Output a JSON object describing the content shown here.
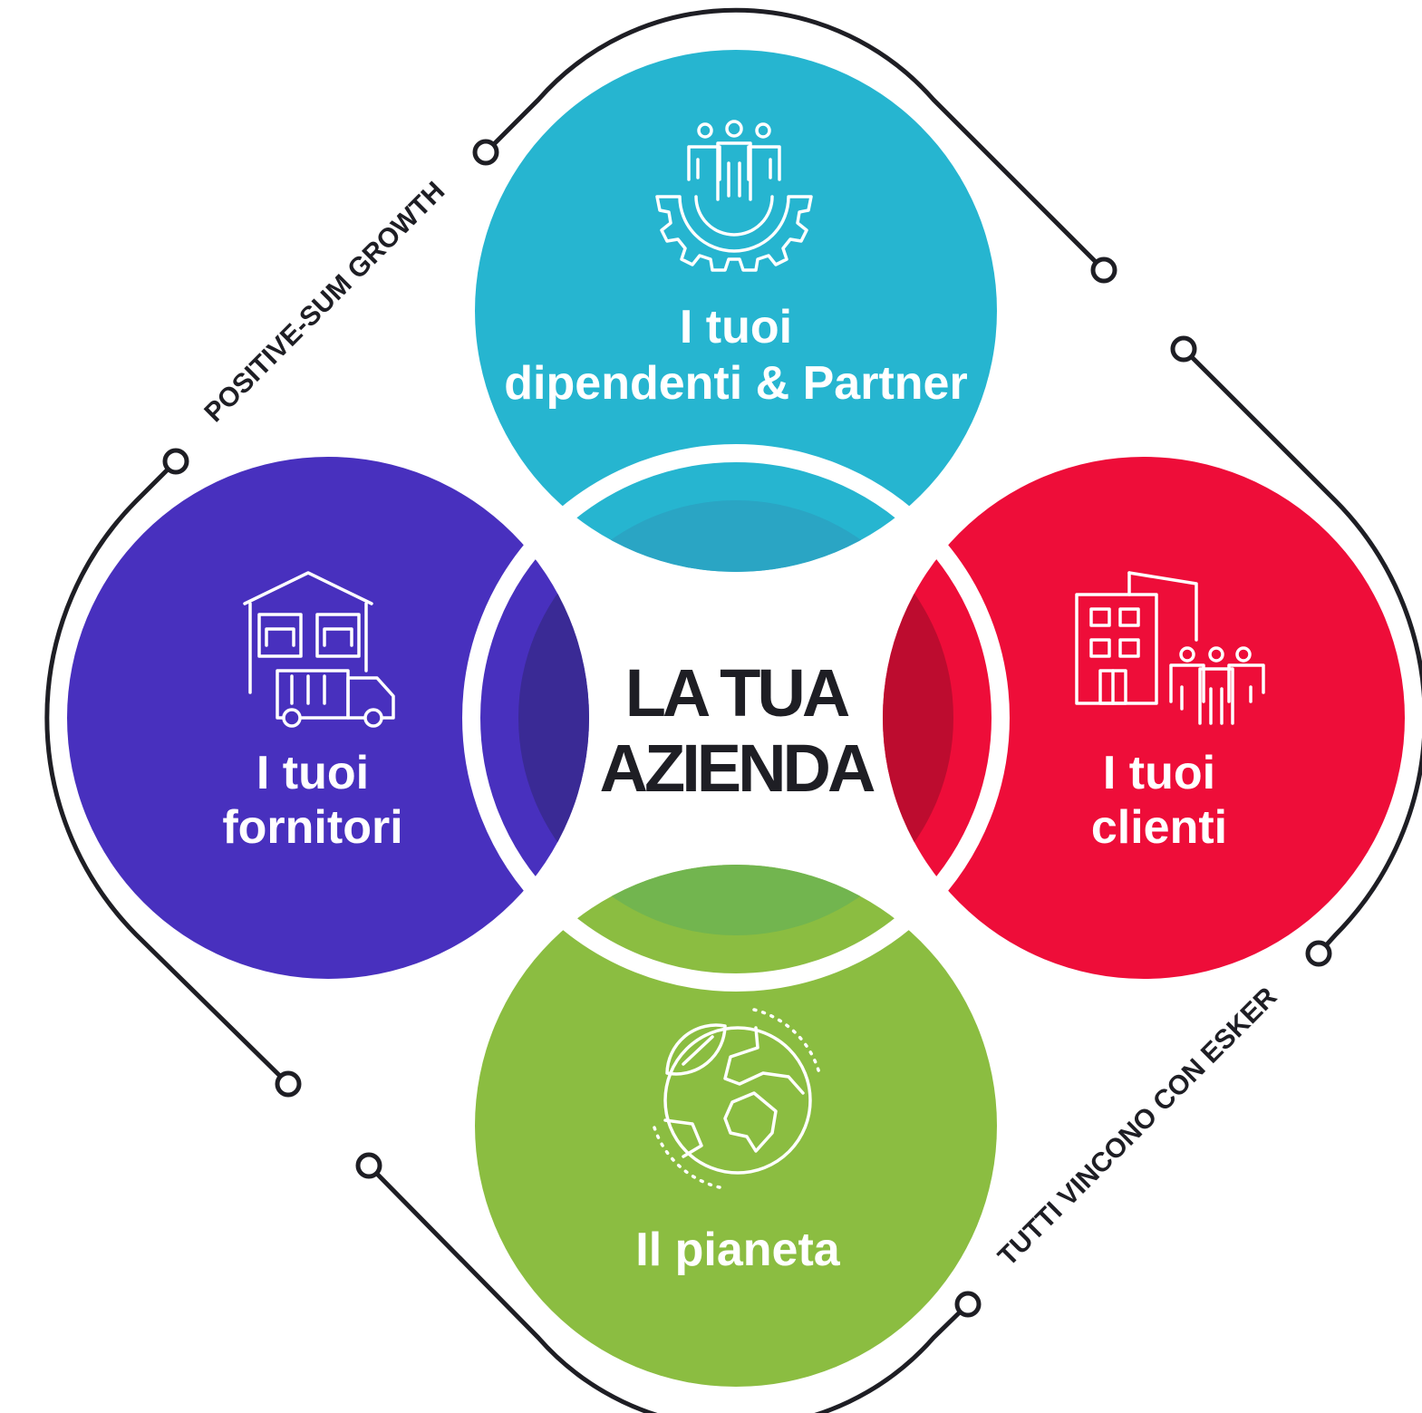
{
  "center": {
    "line1": "LA TUA",
    "line2": "AZIENDA"
  },
  "circles": {
    "top": {
      "line1": "I tuoi",
      "line2": "dipendenti & Partner",
      "color": "#26b5d0",
      "inner_color": "#2aa5c4",
      "icon": "employees-gear-icon"
    },
    "left": {
      "line1": "I tuoi",
      "line2": "fornitori",
      "color": "#4830be",
      "inner_color": "#3a2a95",
      "icon": "warehouse-truck-icon"
    },
    "right": {
      "line1": "I tuoi",
      "line2": "clienti",
      "color": "#ee0d39",
      "inner_color": "#bd0c2f",
      "icon": "building-people-icon"
    },
    "bottom": {
      "line1": "Il pianeta",
      "color": "#8bbd41",
      "inner_color": "#72b54f",
      "icon": "globe-leaf-icon"
    }
  },
  "side_labels": {
    "top_left": "POSITIVE-SUM GROWTH",
    "bottom_right": "TUTTI VINCONO CON ESKER"
  },
  "connector_color": "#1e1e24"
}
